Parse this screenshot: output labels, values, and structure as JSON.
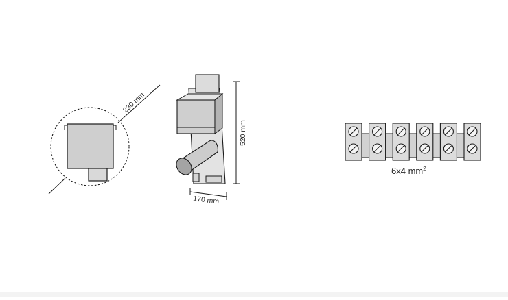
{
  "labels": {
    "depth": "230 mm",
    "height": "520 mm",
    "width": "170 mm",
    "terminal_base": "6x4 mm",
    "terminal_sup": "2"
  },
  "terminal_block": {
    "count": 6
  },
  "colors": {
    "line": "#1a1a1a",
    "fill_gray": "#cfcfcf",
    "fill_light": "#dedede",
    "fill_dark": "#9e9e9e",
    "backplate": "#e3e3e3"
  }
}
